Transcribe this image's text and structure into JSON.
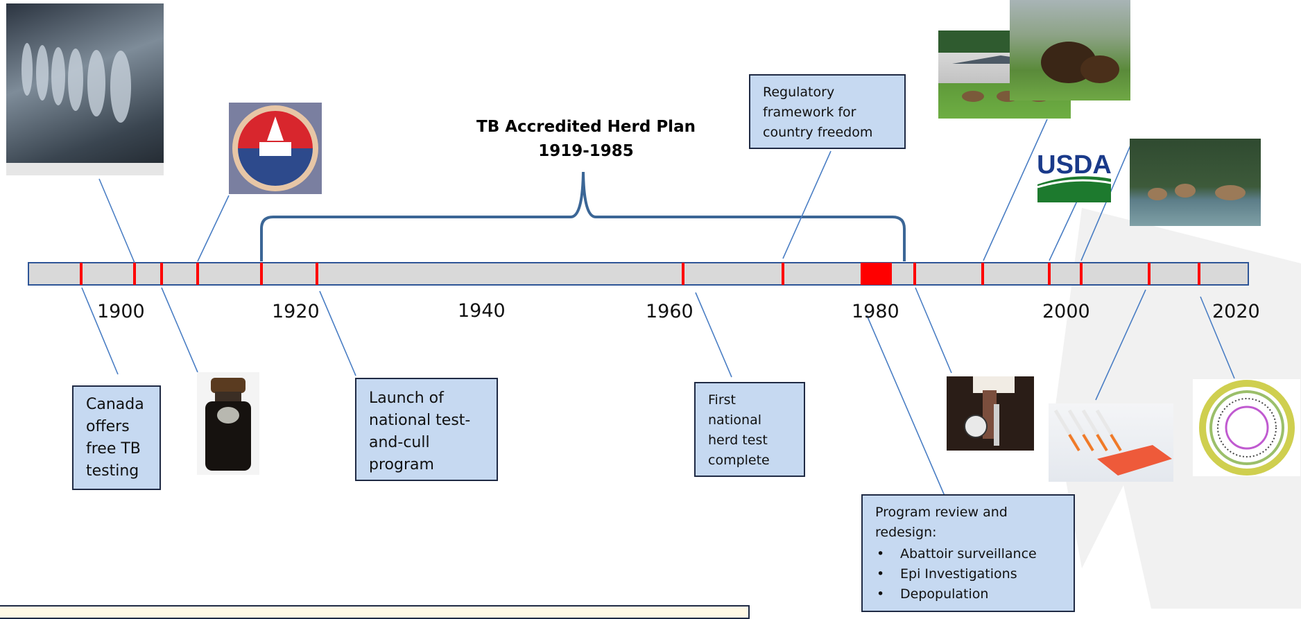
{
  "title": {
    "line1": "TB Accredited Herd Plan",
    "line2": "1919-1985"
  },
  "axis": {
    "years": [
      "1900",
      "1920",
      "1940",
      "1960",
      "1980",
      "2000",
      "2020"
    ]
  },
  "events": {
    "canada": "Canada offers free TB testing",
    "launch": "Launch of national test-and-cull program",
    "first_test": "First national herd test complete",
    "regulatory": "Regulatory framework for country freedom",
    "review_heading": "Program review and redesign:",
    "review_items": [
      "Abattoir surveillance",
      "Epi Investigations",
      "Depopulation"
    ]
  },
  "logos": {
    "usda": "USDA"
  },
  "colors": {
    "timeline_fill": "#d9d9d9",
    "timeline_border": "#2e5597",
    "tick": "#ff0000",
    "connector": "#4a7ec4",
    "bracket": "#3b6696",
    "box_fill": "#c6d9f1"
  },
  "icons": {
    "photo1": "abattoir-photo",
    "photo2": "raw-milk-cap-icon",
    "photo3": "tuberculin-bottle-photo",
    "photo4": "caliper-skin-test-photo",
    "photo5": "pcr-pipette-photo",
    "photo6": "genome-circle-diagram",
    "photo7": "farmed-elk-photo",
    "photo8": "bison-photo",
    "photo9": "wild-elk-photo"
  }
}
